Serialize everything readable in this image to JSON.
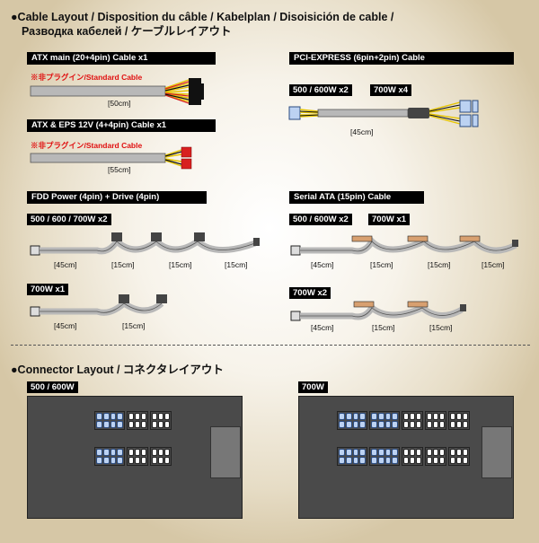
{
  "sections": {
    "cable_layout_title_l1": "●Cable Layout / Disposition du câble / Kabelplan / Disoisición de cable /",
    "cable_layout_title_l2": "Разводка кабелей / ケーブルレイアウト",
    "connector_layout_title": "●Connector Layout / コネクタレイアウト"
  },
  "cables": {
    "atx_main": {
      "title": "ATX main (20+4pin) Cable x1",
      "note": "※非プラグイン/Standard Cable",
      "length": "[50cm]"
    },
    "atx_eps": {
      "title": "ATX & EPS 12V (4+4pin) Cable x1",
      "note": "※非プラグイン/Standard Cable",
      "length": "[55cm]"
    },
    "pcie": {
      "title": "PCI-EXPRESS (6pin+2pin) Cable",
      "tag_a": "500 / 600W x2",
      "tag_b": "700W x4",
      "length": "[45cm]"
    },
    "fdd": {
      "title": "FDD Power (4pin) + Drive (4pin)",
      "tag_a": "500 / 600 / 700W x2",
      "lengths_a": [
        "[45cm]",
        "[15cm]",
        "[15cm]",
        "[15cm]"
      ],
      "tag_b": "700W x1",
      "lengths_b": [
        "[45cm]",
        "[15cm]"
      ]
    },
    "sata": {
      "title": "Serial ATA (15pin) Cable",
      "tag_a": "500 / 600W x2",
      "tag_b": "700W x1",
      "lengths_a": [
        "[45cm]",
        "[15cm]",
        "[15cm]",
        "[15cm]"
      ],
      "tag_c": "700W x2",
      "lengths_c": [
        "[45cm]",
        "[15cm]",
        "[15cm]"
      ]
    }
  },
  "connectors": {
    "left_label": "500 / 600W",
    "right_label": "700W"
  },
  "colors": {
    "cable_gray": "#b8b8b8",
    "wire_yellow": "#e6c400",
    "wire_red": "#d82020",
    "wire_black": "#111111",
    "connector_blue": "#bcd2f2",
    "psu_body": "#4a4a4a"
  }
}
